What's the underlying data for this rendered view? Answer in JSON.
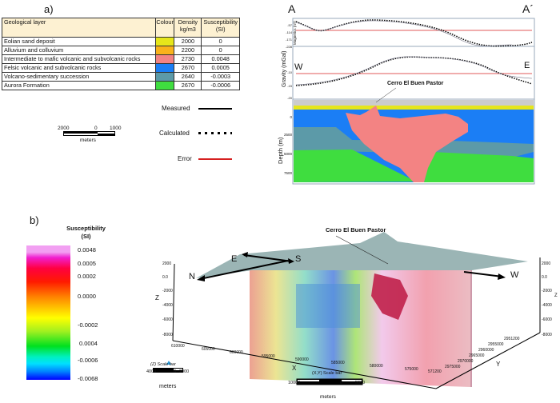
{
  "panel_a": {
    "label": "a)",
    "table": {
      "headers": [
        "Geological layer",
        "Colour",
        "Density kg/m3",
        "Susceptibility (SI)"
      ],
      "rows": [
        {
          "layer": "Eolian sand deposit",
          "colour": "#e6e61a",
          "density": "2000",
          "susceptibility": "0"
        },
        {
          "layer": "Alluvium and colluvium",
          "colour": "#f9b21b",
          "density": "2200",
          "susceptibility": "0"
        },
        {
          "layer": "Intermediate to mafic volcanic and subvolcanic rocks",
          "colour": "#f38383",
          "density": "2730",
          "susceptibility": "0.0048"
        },
        {
          "layer": "Felsic volcanic and subvolcanic rocks",
          "colour": "#1b7ef5",
          "density": "2670",
          "susceptibility": "0.0005"
        },
        {
          "layer": "Volcano-sedimentary succession",
          "colour": "#5c9aa8",
          "density": "2640",
          "susceptibility": "-0.0003"
        },
        {
          "layer": "Aurora Formation",
          "colour": "#3fdd3f",
          "density": "2670",
          "susceptibility": "-0.0006"
        }
      ]
    },
    "scale_bar": {
      "left": "2000",
      "mid": "0",
      "right": "1000",
      "unit": "meters"
    },
    "legend": {
      "measured": "Measured",
      "calculated": "Calculated",
      "error": "Error",
      "error_color": "#d62020"
    },
    "profile": {
      "start": "A",
      "end": "A´",
      "west": "W",
      "east": "E",
      "mag_ylabel": "Magnetics (nT)",
      "mag_ticks": [
        "-57",
        "-114",
        "-171",
        "-228"
      ],
      "grav_ylabel": "Gravity (mGal)",
      "grav_ticks": [
        "-10",
        "-15",
        "-20"
      ],
      "depth_ylabel": "Depth (m)",
      "depth_ticks": [
        "0",
        "2500",
        "5000",
        "7500"
      ],
      "annotation": "Cerro El Buen Pastor"
    }
  },
  "panel_b": {
    "label": "b)",
    "colorbar": {
      "title_line1": "Susceptibility",
      "title_line2": "(SI)",
      "ticks": [
        "0.0048",
        "0.0005",
        "0.0002",
        "0.0000",
        "-0.0002",
        "0.0004",
        "-0.0006",
        "-0.0068"
      ]
    },
    "model": {
      "annotation": "Cerro El Buen Pastor",
      "directions": {
        "north": "N",
        "south": "S",
        "east": "E",
        "west": "W"
      },
      "z_label": "Z",
      "z_ticks": [
        "2000",
        "0.0",
        "-2000",
        "-4000",
        "-6000",
        "-8000"
      ],
      "x_label": "X",
      "x_ticks": [
        "610000",
        "605000",
        "600000",
        "595000",
        "590000",
        "585000",
        "580000",
        "575000",
        "571200"
      ],
      "y_label": "Y",
      "y_ticks": [
        "2975000",
        "2970000",
        "2965000",
        "2960000",
        "2955000",
        "2951200"
      ],
      "z_scale": {
        "title": "(Z) Scale bar",
        "left": "4000",
        "mid": "0",
        "right": "2000",
        "unit": "meters"
      },
      "xy_scale": {
        "title": "(X,Y) Scale bar",
        "left": "10000",
        "mid": "0",
        "right": "5000",
        "unit": "meters"
      }
    }
  }
}
